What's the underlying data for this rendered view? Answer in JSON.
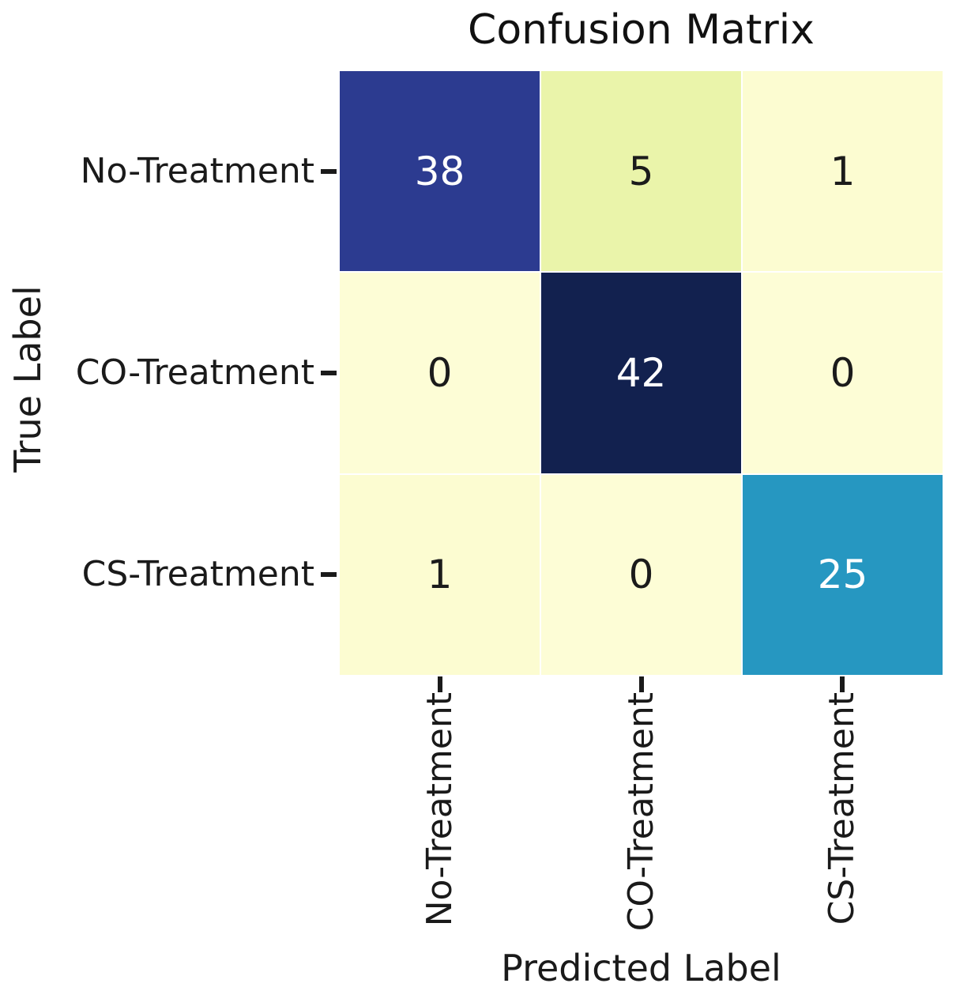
{
  "title": "Confusion Matrix",
  "axes": {
    "x_label": "Predicted Label",
    "y_label": "True Label"
  },
  "chart_data": {
    "type": "heatmap",
    "title": "Confusion Matrix",
    "xlabel": "Predicted Label",
    "ylabel": "True Label",
    "x_categories": [
      "No-Treatment",
      "CO-Treatment",
      "CS-Treatment"
    ],
    "y_categories": [
      "No-Treatment",
      "CO-Treatment",
      "CS-Treatment"
    ],
    "matrix": [
      [
        38,
        5,
        1
      ],
      [
        0,
        42,
        0
      ],
      [
        1,
        0,
        25
      ]
    ],
    "colormap": "YlGnBu",
    "value_range": [
      0,
      42
    ],
    "legend": "none",
    "grid": "off",
    "cell_colors": [
      [
        "#2c3b90",
        "#eaf4aa",
        "#fcfcd1"
      ],
      [
        "#fdfdd6",
        "#12214f",
        "#fdfdd6"
      ],
      [
        "#fcfcd1",
        "#fdfdd6",
        "#2697c1"
      ]
    ],
    "cell_text_colors": [
      [
        "#ffffff",
        "#1b1b1b",
        "#1b1b1b"
      ],
      [
        "#1b1b1b",
        "#ffffff",
        "#1b1b1b"
      ],
      [
        "#1b1b1b",
        "#1b1b1b",
        "#ffffff"
      ]
    ]
  },
  "style": {
    "tick_color": "#1a1a1a",
    "text_color": "#111111",
    "background": "#ffffff"
  }
}
